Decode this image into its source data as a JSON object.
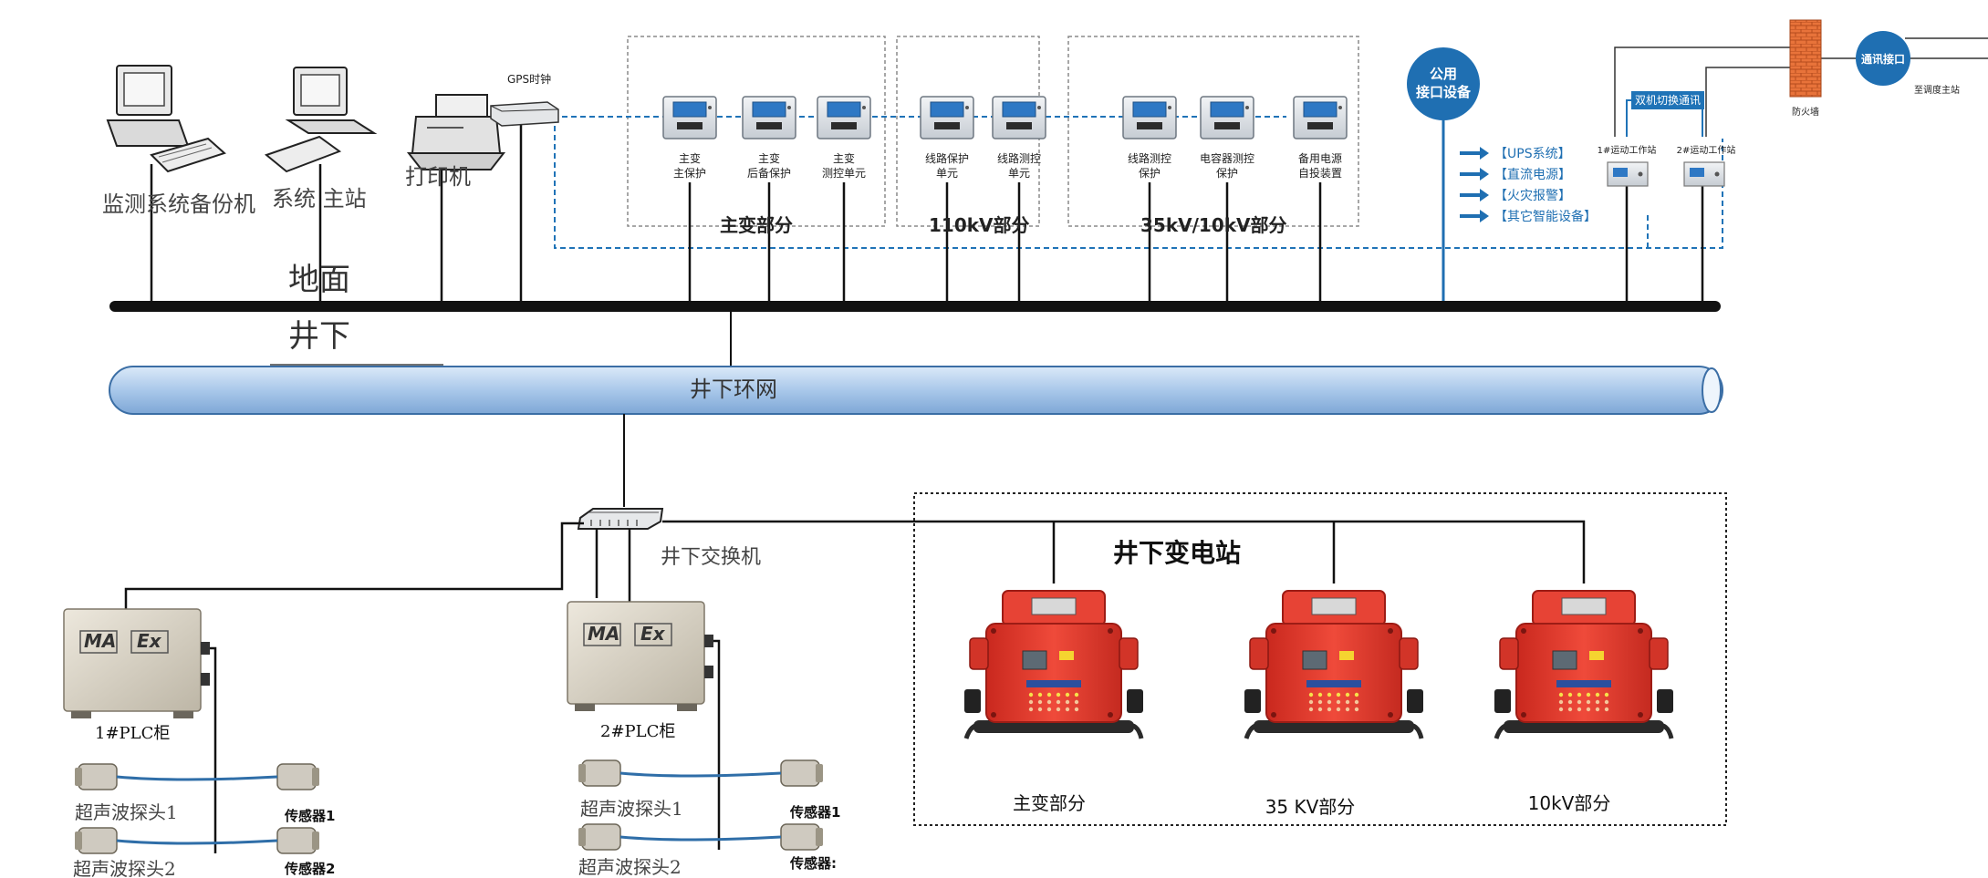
{
  "ground": {
    "computers": [
      {
        "label": "监测系统备份机"
      },
      {
        "label": "系统  主站"
      }
    ],
    "printer": {
      "label": "打印机"
    },
    "gps": {
      "label": "GPS时钟"
    },
    "ground_label": "地面",
    "underground_label": "井下",
    "groups": [
      {
        "label": "主变部分",
        "devices": [
          {
            "line1": "主变",
            "line2": "主保护"
          },
          {
            "line1": "主变",
            "line2": "后备保护"
          },
          {
            "line1": "主变",
            "line2": "测控单元"
          }
        ]
      },
      {
        "label": "110kV部分",
        "devices": [
          {
            "line1": "线路保护",
            "line2": "单元"
          },
          {
            "line1": "线路测控",
            "line2": "单元"
          }
        ]
      },
      {
        "label": "35kV/10kV部分",
        "devices": [
          {
            "line1": "线路测控",
            "line2": "保护"
          },
          {
            "line1": "电容器测控",
            "line2": "保护"
          },
          {
            "line1": "备用电源",
            "line2": "自投装置"
          }
        ]
      }
    ],
    "public_interface": {
      "line1": "公用",
      "line2": "接口设备"
    },
    "systems": [
      "【UPS系统】",
      "【直流电源】",
      "【火灾报警】",
      "【其它智能设备】"
    ],
    "dual_switch": "双机切换通讯",
    "workstations": [
      "1#运动工作站",
      "2#运动工作站"
    ],
    "firewall": "防火墙",
    "comm_interface": "通讯接口",
    "dispatch": "至调度主站"
  },
  "ring": {
    "label": "井下环网"
  },
  "switch": {
    "label": "井下交换机"
  },
  "substation": {
    "title": "井下变电站",
    "units": [
      {
        "label": "主变部分"
      },
      {
        "label": "35 KV部分"
      },
      {
        "label": "10kV部分"
      }
    ]
  },
  "plcs": [
    {
      "label": "1#PLC柜",
      "probes": [
        "超声波探头1",
        "超声波探头2"
      ],
      "sensors": [
        "传感器1",
        "传感器2"
      ]
    },
    {
      "label": "2#PLC柜",
      "probes": [
        "超声波探头1",
        "超声波探头2"
      ],
      "sensors": [
        "传感器1",
        "传感器:"
      ]
    }
  ],
  "plc_badges": {
    "ma": "MA",
    "ex": "Ex"
  },
  "colors": {
    "line": "#111111",
    "dash_blue": "#1f73b7",
    "interface_blue": "#1f6fb2",
    "ring_fill": "#a9c8ea",
    "ring_stroke": "#3b6ea5",
    "cabinet_red": "#e23b2e",
    "cabinet_dark": "#b9221a",
    "device_gray": "#d9dde2",
    "firewall_orange": "#e8733a"
  }
}
